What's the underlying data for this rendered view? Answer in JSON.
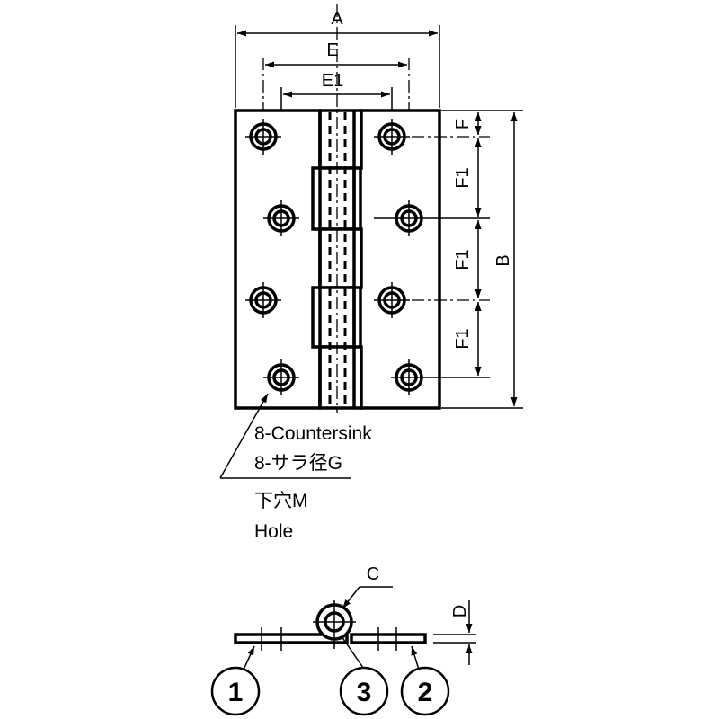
{
  "dimensions": {
    "A": "A",
    "E": "E",
    "E1": "E1",
    "F": "F",
    "F1": "F1",
    "B": "B",
    "C": "C",
    "D": "D"
  },
  "notes": {
    "countersink_en": "8-Countersink",
    "countersink_jp": "8-サラ径G",
    "hole_jp": "下穴M",
    "hole_en": "Hole"
  },
  "parts": {
    "leaf_left": "1",
    "leaf_right": "2",
    "pin": "3"
  }
}
